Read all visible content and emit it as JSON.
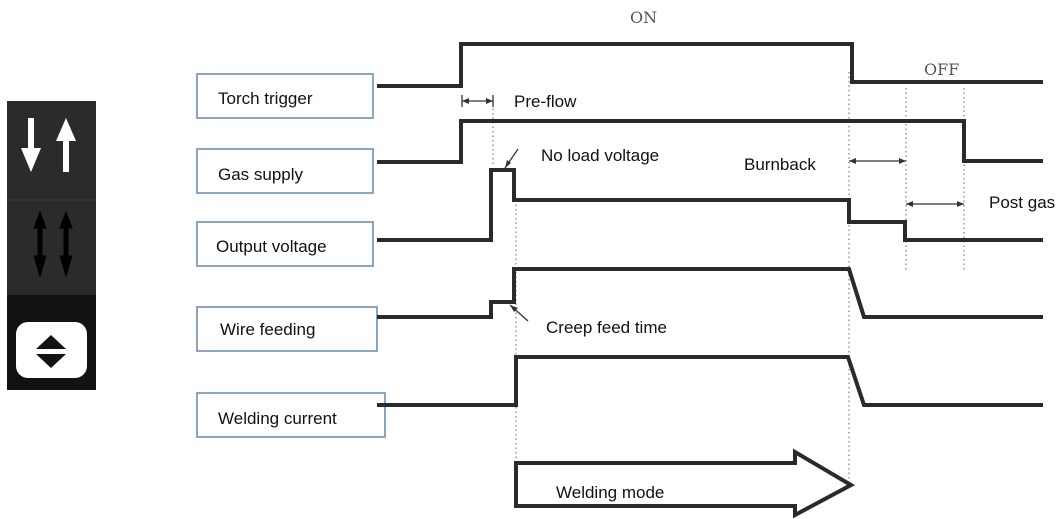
{
  "state_labels": {
    "on": "ON",
    "off": "OFF"
  },
  "signals": [
    {
      "id": "torch-trigger",
      "label": "Torch trigger"
    },
    {
      "id": "gas-supply",
      "label": "Gas supply"
    },
    {
      "id": "output-voltage",
      "label": "Output voltage"
    },
    {
      "id": "wire-feeding",
      "label": "Wire feeding"
    },
    {
      "id": "welding-current",
      "label": "Welding current"
    }
  ],
  "annotations": {
    "pre_flow": "Pre-flow",
    "no_load_voltage": "No load voltage",
    "burnback": "Burnback",
    "post_gas": "Post gas",
    "creep_feed_time": "Creep feed time"
  },
  "mode_arrow_label": "Welding mode",
  "side_panel": {
    "icons": [
      "trigger-2t-icon",
      "trigger-4t-icon",
      "mode-select-icon"
    ],
    "colors": {
      "panel": "#2b2b2b",
      "panel_bottom": "#111111",
      "glyph": "#ffffff"
    }
  }
}
